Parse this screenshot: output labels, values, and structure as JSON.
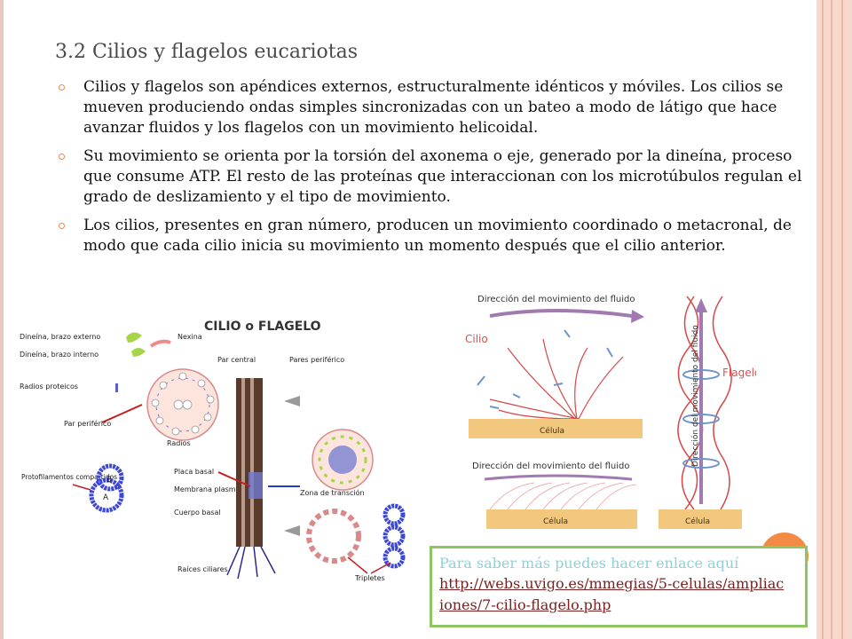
{
  "slide": {
    "title": "3.2 Cilios y flagelos eucariotas",
    "bullets": [
      "Cilios y flagelos son apéndices externos, estructuralmente idénticos y móviles. Los cilios se mueven produciendo ondas simples sincronizadas con un bateo a modo de látigo que hace avanzar fluidos y los flagelos con un movimiento helicoidal.",
      "Su movimiento se orienta por la torsión del axonema o eje, generado por la dineína, proceso que consume ATP. El resto de las proteínas que interaccionan con los microtúbulos regulan el grado de deslizamiento y el tipo de movimiento.",
      "Los cilios, presentes en gran número, producen un movimiento coordinado o metacronal, de modo que cada cilio inicia su movimiento un momento después que el cilio anterior."
    ]
  },
  "figure_left": {
    "heading": "CILIO o FLAGELO",
    "labels": {
      "dineina_externo": "Dineína, brazo externo",
      "dineina_interno": "Dineína, brazo interno",
      "nexina": "Nexina",
      "radios_proteicos": "Radios proteicos",
      "radios": "Radios",
      "par_periferico": "Par periférico",
      "par_central": "Par central",
      "pares_periferico": "Pares periférico",
      "protofilamentos": "Protofilamentos compartidos",
      "placa_basal": "Placa basal",
      "membrana": "Membrana plasmática",
      "cuerpo_basal": "Cuerpo basal",
      "zona_transcion": "Zona de transción",
      "raices": "Raíces ciliares",
      "tripletes": "Tripletes",
      "letter_a": "A",
      "letter_b": "B"
    }
  },
  "figure_right": {
    "direccion_top": "Dirección del movimiento del fluido",
    "cilio": "Cilio",
    "celula": "Célula",
    "direccion_bottom": "Dirección del movimiento del fluido",
    "direccion_vertical": "Dirección del movimiento del fluido",
    "flagelo": "Flagelo"
  },
  "note": {
    "text": "Para saber más puedes hacer enlace aquí",
    "link": "http://webs.uvigo.es/mmegias/5-celulas/ampliaciones/7-cilio-flagelo.php"
  },
  "colors": {
    "accent_orange": "#f38b45",
    "link_maroon": "#7a1f1f",
    "box_green": "#8dc560",
    "note_cyan": "#8fd0d8",
    "cell_tan": "#f2c77e"
  }
}
